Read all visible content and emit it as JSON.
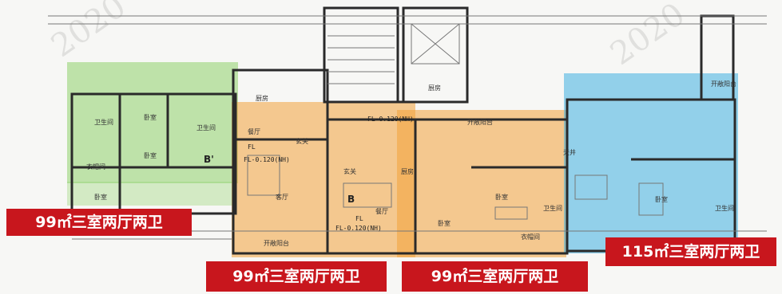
{
  "watermark": "2020",
  "units": {
    "b_prime": {
      "mark": "B'",
      "badge": "99㎡三室两厅两卫",
      "zone_color": "#8fd16a"
    },
    "b": {
      "mark": "B",
      "badge": "99㎡三室两厅两卫",
      "zone_color": "#f2a23b"
    },
    "b_mirror": {
      "badge": "99㎡三室两厅两卫",
      "zone_color": "#f2a23b"
    },
    "large": {
      "badge": "115㎡三室两厅两卫",
      "zone_color": "#3fb0e0"
    }
  },
  "floor_levels": [
    "FL-0.120(NH)",
    "FL-0.120(NH)",
    "FL-0.120(NH)"
  ],
  "fl_label": "FL",
  "rooms": [
    "卫生间",
    "卧室",
    "卫生间",
    "卧室",
    "衣帽间",
    "卧室",
    "厨房",
    "餐厅",
    "客厅",
    "玄关",
    "开敞阳台",
    "开敞阳台",
    "厨房",
    "玄关",
    "餐厅",
    "厨房",
    "卧室",
    "卧室",
    "衣帽间",
    "卫生间",
    "卫生间",
    "开敞阳台",
    "卧室",
    "天井"
  ],
  "colors": {
    "badge_red": "#c8161d",
    "wall": "#2a2a2a",
    "line": "#555555"
  }
}
